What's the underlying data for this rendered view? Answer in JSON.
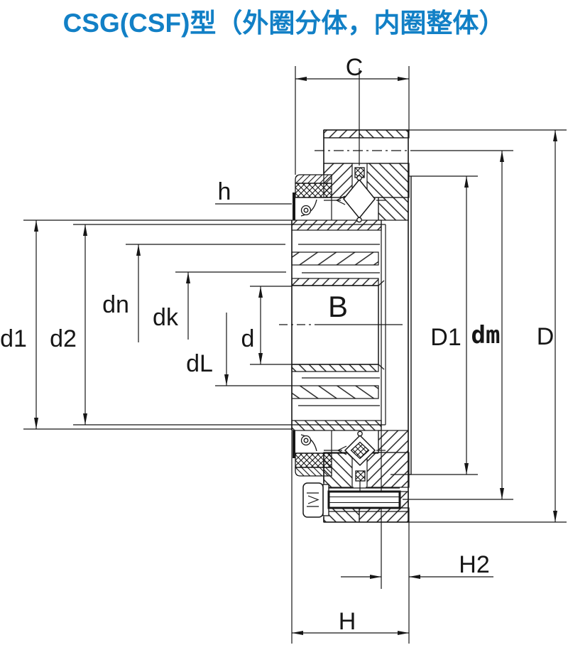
{
  "title": "CSG(CSF)型（外圈分体，内圈整体）",
  "colors": {
    "title_blue": "#1280c6",
    "line_ink": "#161616",
    "background": "#ffffff"
  },
  "drawing_type": "bearing-cross-section",
  "dimension_labels": {
    "C": "C",
    "h": "h",
    "d1": "d1",
    "d2": "d2",
    "dn": "dn",
    "dk": "dk",
    "d": "d",
    "dL": "dL",
    "B": "B",
    "D1": "D1",
    "dm": "dm",
    "D": "D",
    "H2": "H2",
    "H": "H"
  }
}
